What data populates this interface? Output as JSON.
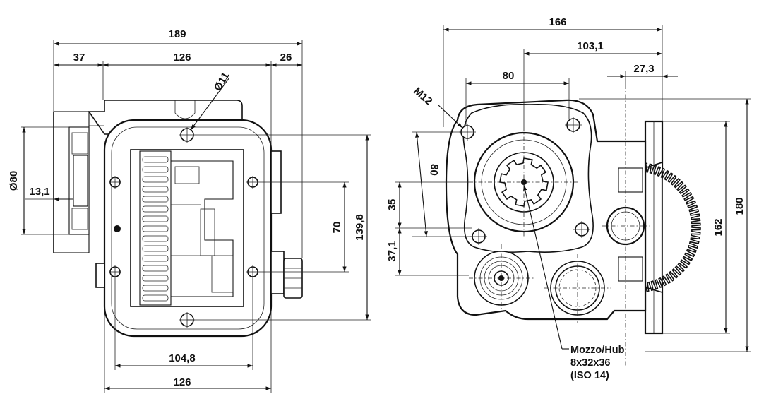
{
  "left_view": {
    "dims": {
      "overall_width": "189",
      "left_offset": "37",
      "body_width": "126",
      "right_offset": "26",
      "bolt_hole_dia": "Ø11",
      "flange_dia": "Ø80",
      "shaft_offset": "13,1",
      "hole_spacing_v": "70",
      "body_height": "139,8",
      "hole_spacing_h": "104,8",
      "bottom_width": "126"
    }
  },
  "right_view": {
    "dims": {
      "overall_width": "166",
      "hub_to_flange": "103,1",
      "hole_spacing": "80",
      "flange_offset": "27,3",
      "thread": "M12",
      "hole_vertical": "80",
      "hub_to_hole": "35",
      "lower_offset": "37,1",
      "gear_height": "162",
      "overall_height": "180"
    },
    "hub_note": {
      "line1": "Mozzo/Hub",
      "line2": "8x32x36",
      "line3": "(ISO 14)"
    }
  },
  "colors": {
    "ink": "#111111",
    "background": "#ffffff"
  }
}
